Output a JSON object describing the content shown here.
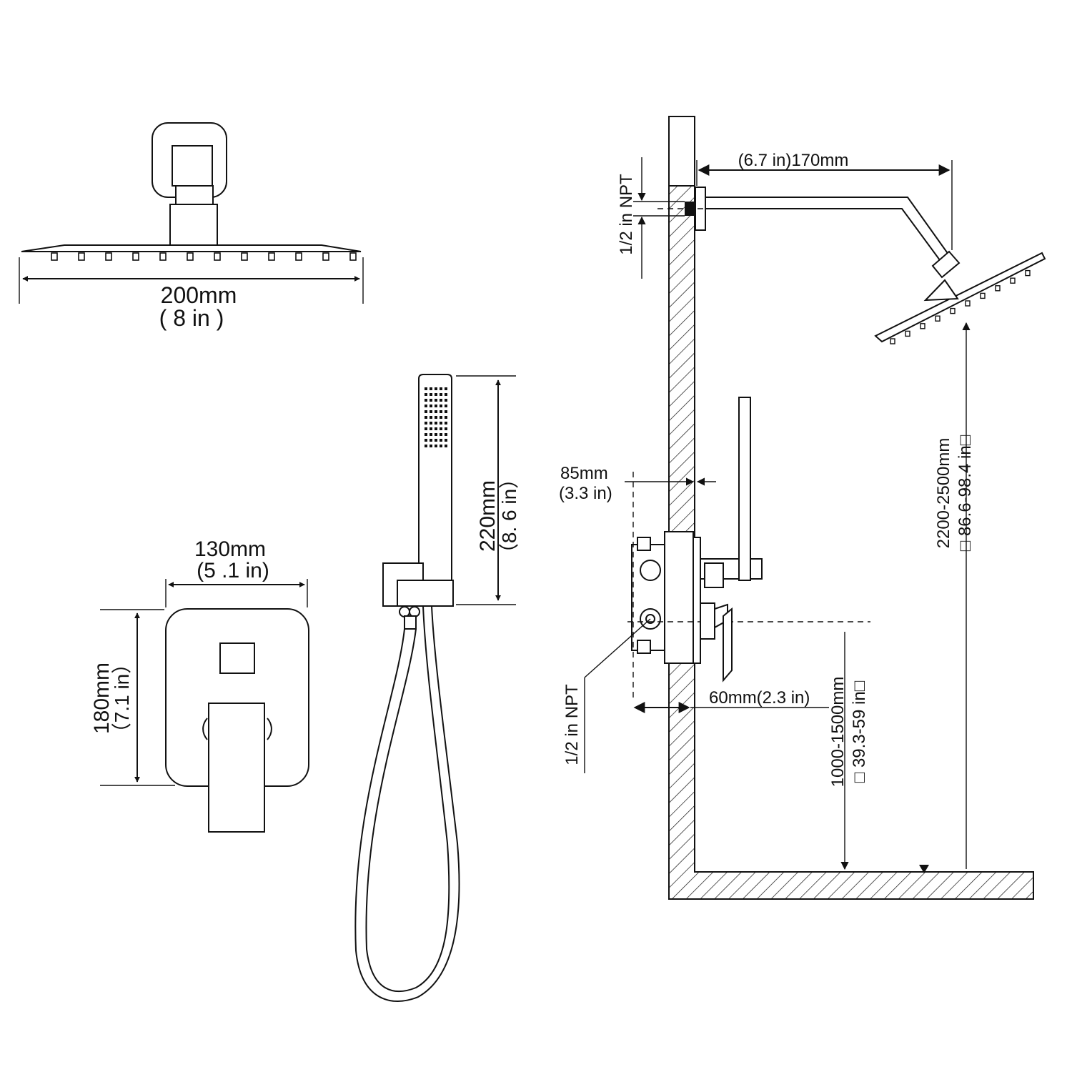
{
  "shower_head_top": {
    "width_mm": "200mm",
    "width_in": "( 8 in )"
  },
  "valve_trim": {
    "width_mm": "130mm",
    "width_in": "(5 .1 in)",
    "height_mm": "180mm",
    "height_in": "（7.1 in）"
  },
  "hand_shower": {
    "length_mm": "220mm",
    "length_in": "（8. 6 in）"
  },
  "side_view": {
    "arm_length": "(6.7 in)170mm",
    "arm_thread": "1/2 in NPT",
    "valve_offset_mm": "85mm",
    "valve_offset_in": "(3.3 in)",
    "valve_depth": "60mm(2.3 in)",
    "valve_thread": "1/2 in NPT",
    "valve_height_mm": "1000-1500mm",
    "valve_height_in": "□ 39.3-59 in□",
    "head_height_mm": "2200-2500mm",
    "head_height_in": "□ 86.6-98.4 in□"
  },
  "colors": {
    "line": "#111111",
    "background": "#ffffff"
  }
}
